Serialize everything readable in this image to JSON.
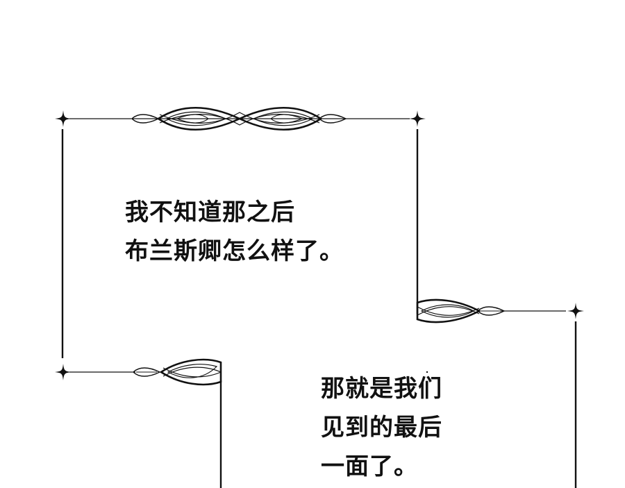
{
  "colors": {
    "ink": "#111111",
    "background": "#ffffff"
  },
  "panel": {
    "bubble_1": {
      "lines": [
        "我不知道那之后",
        "布兰斯卿怎么样了。"
      ]
    },
    "bubble_2": {
      "lines": [
        "那就是我们",
        "见到的最后",
        "一面了。"
      ]
    },
    "decorations": [
      "star-icon",
      "ornamental-scroll-icon"
    ]
  }
}
